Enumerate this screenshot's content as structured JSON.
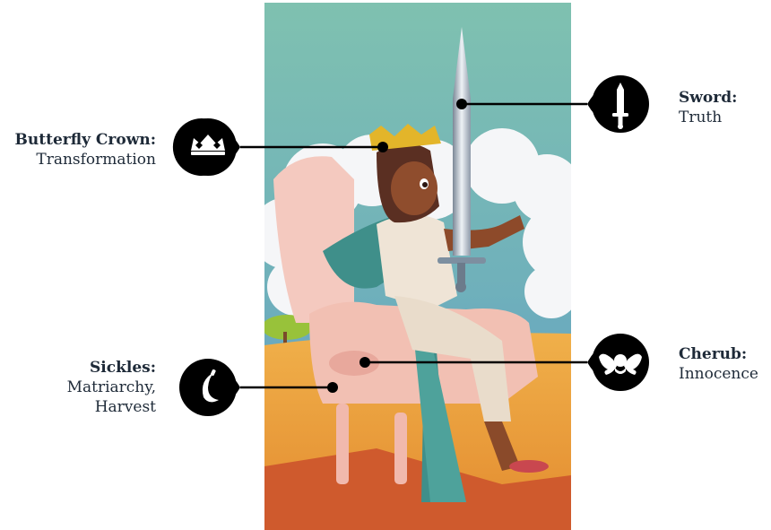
{
  "annotations": [
    {
      "id": "crown",
      "title": "Butterfly Crown:",
      "lines": [
        "Transformation"
      ],
      "icon": "crown-icon"
    },
    {
      "id": "sword",
      "title": "Sword:",
      "lines": [
        "Truth"
      ],
      "icon": "sword-icon"
    },
    {
      "id": "sickles",
      "title": "Sickles:",
      "lines": [
        "Matriarchy,",
        "Harvest"
      ],
      "icon": "sickle-icon"
    },
    {
      "id": "cherub",
      "title": "Cherub:",
      "lines": [
        "Innocence"
      ],
      "icon": "cherub-icon"
    }
  ],
  "colors": {
    "sky": "#7fbfb0",
    "sky_low": "#5f9cc8",
    "ground": "#e69a3c",
    "ground_dark": "#c9552c",
    "throne": "#f3c5bb",
    "cape": "#3f8f8a",
    "crown": "#e3b52a",
    "marker": "#000000",
    "text": "#1e2a38"
  }
}
